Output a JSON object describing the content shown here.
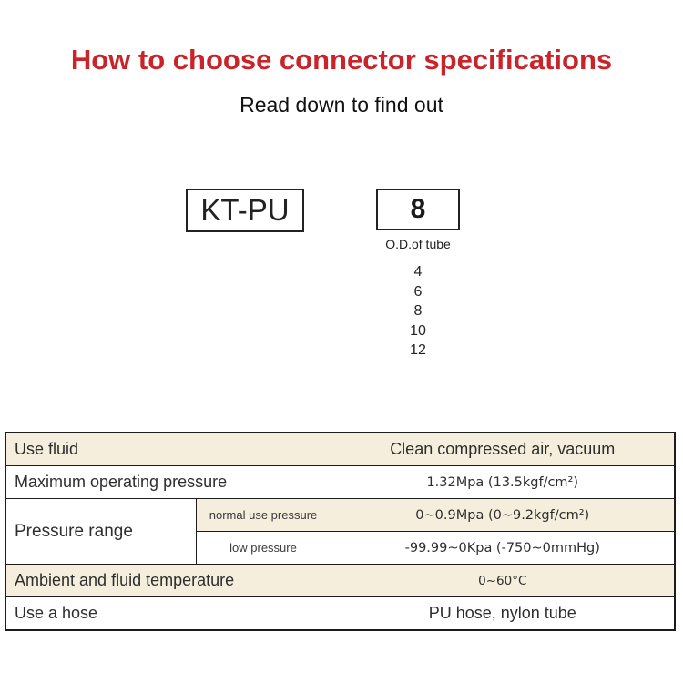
{
  "header": {
    "title": "How to choose connector specifications",
    "subtitle": "Read down to find out"
  },
  "selector": {
    "model_code": "KT-PU",
    "selected_size": "8",
    "od_label": "O.D.of tube",
    "sizes": [
      "4",
      "6",
      "8",
      "10",
      "12"
    ]
  },
  "table": {
    "rows": [
      {
        "label": "Use fluid",
        "value": "Clean compressed air, vacuum"
      },
      {
        "label": "Maximum operating pressure",
        "value": "1.32Mpa  (13.5kgf/cm²)"
      },
      {
        "label": "Pressure range",
        "subrows": [
          {
            "label": "normal use pressure",
            "value": "0~0.9Mpa  (0~9.2kgf/cm²)"
          },
          {
            "label": "low pressure",
            "value": "-99.99~0Kpa  (-750~0mmHg)"
          }
        ]
      },
      {
        "label": "Ambient and fluid temperature",
        "value": "0~60°C"
      },
      {
        "label": "Use a hose",
        "value": "PU hose, nylon tube"
      }
    ]
  },
  "colors": {
    "accent_red": "#c9242a",
    "row_beige": "#f5eedd",
    "border": "#1c1c1c"
  }
}
